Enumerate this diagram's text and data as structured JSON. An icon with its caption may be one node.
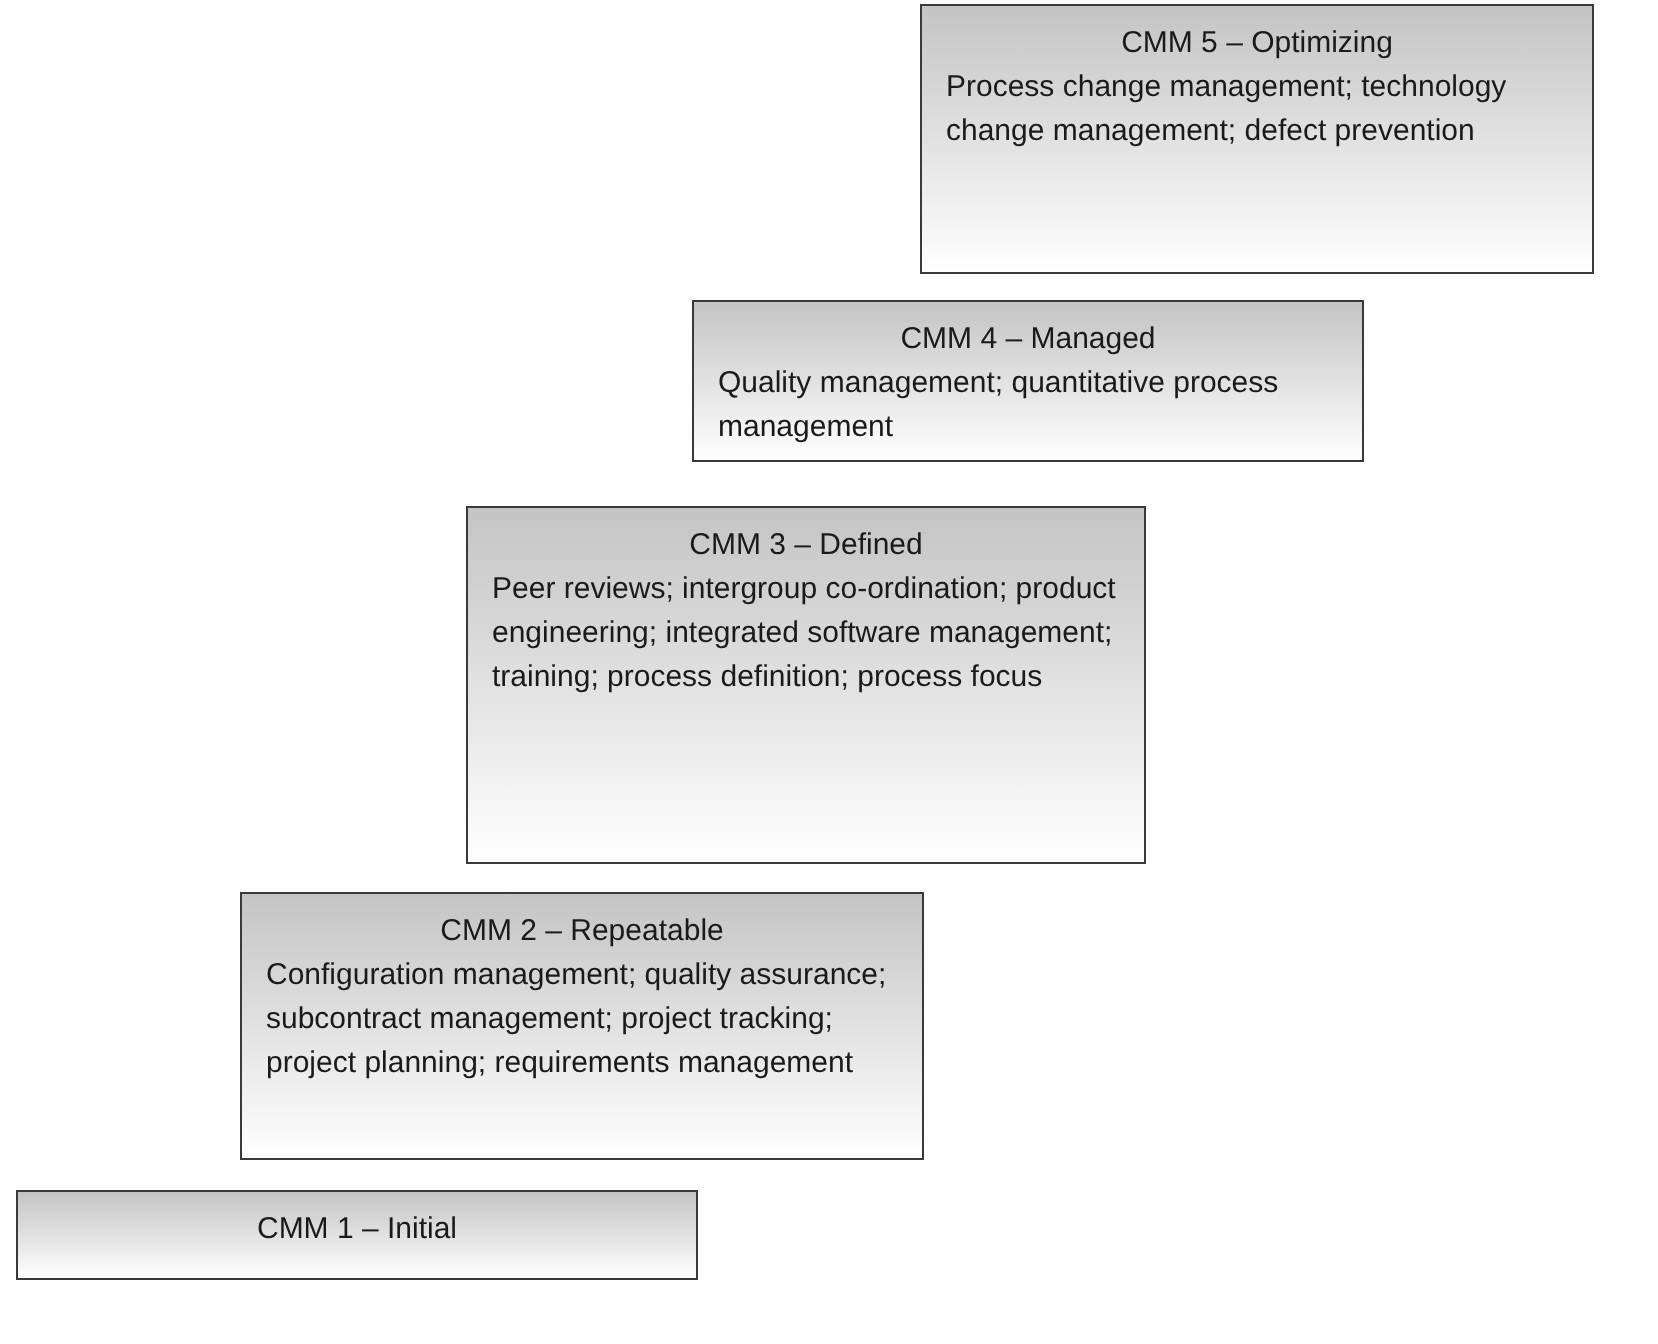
{
  "diagram": {
    "nodes": [
      {
        "text": [
          "CMM 5 – Optimizing",
          "Process change management; technology change management; defect prevention"
        ]
      },
      {
        "text": [
          "CMM 4 – Managed",
          "Quality management; quantitative process management"
        ]
      },
      {
        "text": [
          "CMM 3 – Defined",
          "Peer reviews; intergroup co-ordination; product engineering; integrated software management; training; process definition; process focus"
        ]
      },
      {
        "text": [
          "CMM 2 – Repeatable",
          "Configuration management; quality assurance; subcontract management; project tracking; project planning; requirements management"
        ]
      },
      {
        "text": [
          "CMM 1 – Initial"
        ]
      }
    ]
  }
}
